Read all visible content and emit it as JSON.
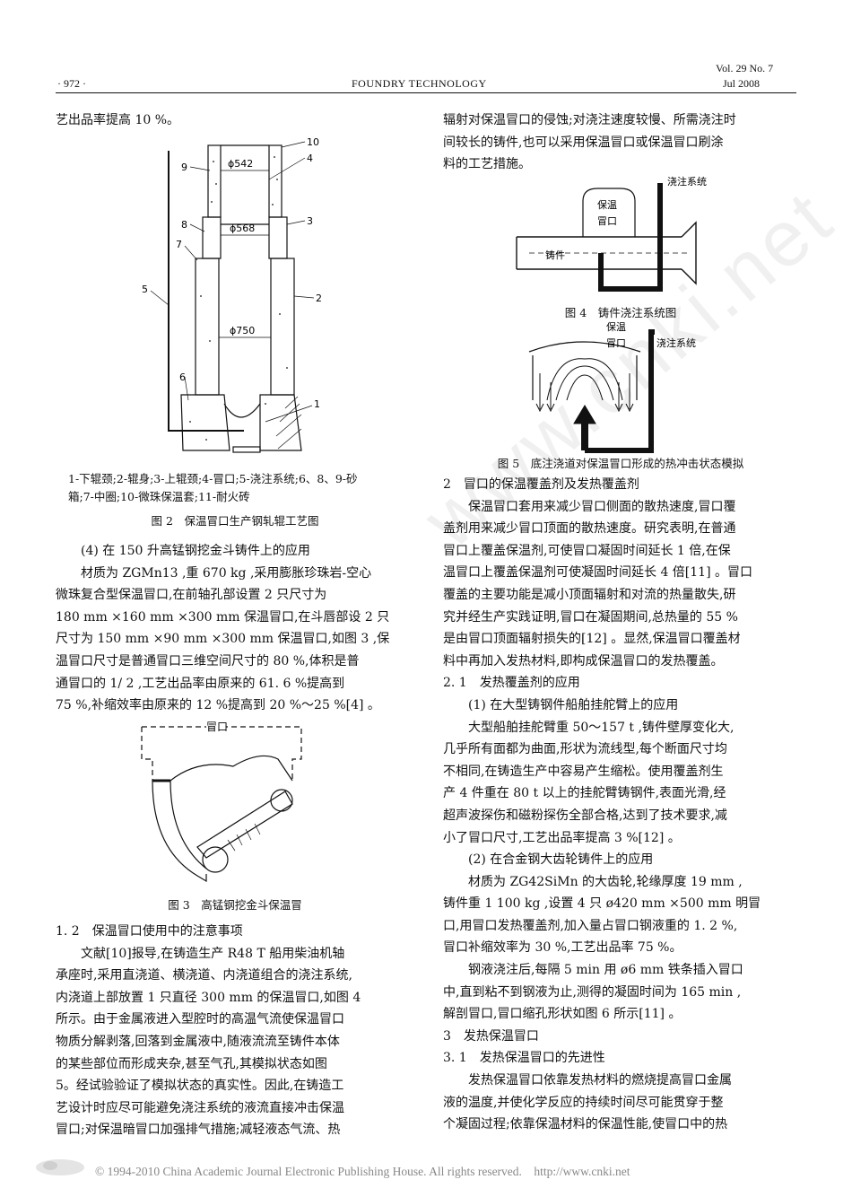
{
  "header": {
    "page_num": "· 972 ·",
    "journal": "FOUNDRY TECHNOLOGY",
    "volume": "Vol. 29 No. 7",
    "date": "Jul 2008"
  },
  "left": {
    "p_top": "艺出品率提高 10 %。",
    "fig2": {
      "labels": [
        "10",
        "4",
        "9",
        "3",
        "8",
        "7",
        "5",
        "2",
        "6",
        "1"
      ],
      "dims": [
        "ϕ542",
        "ϕ568",
        "ϕ750"
      ],
      "legend1": "1-下辊颈;2-辊身;3-上辊颈;4-冒口;5-浇注系统;6、8、9-砂",
      "legend2": "箱;7-中圈;10-微珠保温套;11-耐火砖",
      "caption": "图 2　保温冒口生产钢轧辊工艺图"
    },
    "s4_title": "(4) 在 150 升高锰钢挖金斗铸件上的应用",
    "s4_lines": [
      "材质为 ZGMn13 ,重 670 kg ,采用膨胀珍珠岩-空心",
      "微珠复合型保温冒口,在前轴孔部设置 2 只尺寸为",
      "180 mm ×160 mm ×300 mm 保温冒口,在斗唇部设 2 只",
      "尺寸为 150 mm ×90 mm ×300 mm 保温冒口,如图 3 ,保",
      "温冒口尺寸是普通冒口三维空间尺寸的 80 %,体积是普",
      "通冒口的 1/ 2 ,工艺出品率由原来的 61. 6 %提高到",
      "75 %,补缩效率由原来的 12 %提高到 20 %～25 %[4] 。"
    ],
    "fig3": {
      "label": "冒口",
      "caption": "图 3　高锰钢挖金斗保温冒"
    },
    "s12_title": "1. 2　保温冒口使用中的注意事项",
    "s12_lines": [
      "文献[10]报导,在铸造生产 R48 T 船用柴油机轴",
      "承座时,采用直浇道、横浇道、内浇道组合的浇注系统,",
      "内浇道上部放置 1 只直径 300 mm 的保温冒口,如图 4",
      "所示。由于金属液进入型腔时的高温气流使保温冒口",
      "物质分解剥落,回落到金属液中,随液流流至铸件本体",
      "的某些部位而形成夹杂,甚至气孔,其模拟状态如图",
      "5。经试验验证了模拟状态的真实性。因此,在铸造工",
      "艺设计时应尽可能避免浇注系统的液流直接冲击保温",
      "冒口;对保温暗冒口加强排气措施;减轻液态气流、热"
    ]
  },
  "right": {
    "p_top": [
      "辐射对保温冒口的侵蚀;对浇注速度较慢、所需浇注时",
      "间较长的铸件,也可以采用保温冒口或保温冒口刷涂",
      "料的工艺措施。"
    ],
    "fig4": {
      "pour": "浇注系统",
      "riser1": "保温",
      "riser2": "冒口",
      "casting": "铸件",
      "caption": "图 4　铸件浇注系统图"
    },
    "fig5": {
      "riser1": "保温",
      "riser2": "冒口",
      "pour": "浇注系统",
      "caption": "图 5　底注浇道对保温冒口形成的热冲击状态模拟"
    },
    "s2_title": "2　冒口的保温覆盖剂及发热覆盖剂",
    "s2_lines": [
      "保温冒口套用来减少冒口侧面的散热速度,冒口覆",
      "盖剂用来减少冒口顶面的散热速度。研究表明,在普通",
      "冒口上覆盖保温剂,可使冒口凝固时间延长 1 倍,在保",
      "温冒口上覆盖保温剂可使凝固时间延长 4 倍[11] 。冒口",
      "覆盖的主要功能是减小顶面辐射和对流的热量散失,研",
      "究并经生产实践证明,冒口在凝固期间,总热量的 55 %",
      "是由冒口顶面辐射损失的[12] 。显然,保温冒口覆盖材",
      "料中再加入发热材料,即构成保温冒口的发热覆盖。"
    ],
    "s21_title": "2. 1　发热覆盖剂的应用",
    "s21a_title": "(1) 在大型铸钢件船舶挂舵臂上的应用",
    "s21a_lines": [
      "大型船舶挂舵臂重 50～157 t ,铸件壁厚变化大,",
      "几乎所有面都为曲面,形状为流线型,每个断面尺寸均",
      "不相同,在铸造生产中容易产生缩松。使用覆盖剂生",
      "产 4 件重在 80 t 以上的挂舵臂铸钢件,表面光滑,经",
      "超声波探伤和磁粉探伤全部合格,达到了技术要求,减",
      "小了冒口尺寸,工艺出品率提高 3 %[12] 。"
    ],
    "s21b_title": "(2) 在合金钢大齿轮铸件上的应用",
    "s21b_lines": [
      "材质为 ZG42SiMn 的大齿轮,轮缘厚度 19 mm ,",
      "铸件重 1 100 kg ,设置 4 只 ø420 mm ×500 mm 明冒",
      "口,用冒口发热覆盖剂,加入量占冒口钢液重的 1. 2 %,",
      "冒口补缩效率为 30 %,工艺出品率 75 %。",
      "钢液浇注后,每隔 5 min 用 ø6 mm 铁条插入冒口",
      "中,直到粘不到钢液为止,测得的凝固时间为 165 min ,",
      "解剖冒口,冒口缩孔形状如图 6 所示[11] 。"
    ],
    "s3_title": "3　发热保温冒口",
    "s31_title": "3. 1　发热保温冒口的先进性",
    "s31_lines": [
      "发热保温冒口依靠发热材料的燃烧提高冒口金属",
      "液的温度,并使化学反应的持续时间尽可能贯穿于整",
      "个凝固过程;依靠保温材料的保温性能,使冒口中的热"
    ]
  },
  "watermark": "www.cnki.net",
  "footer": "© 1994-2010 China Academic Journal Electronic Publishing House. All rights reserved.　http://www.cnki.net"
}
